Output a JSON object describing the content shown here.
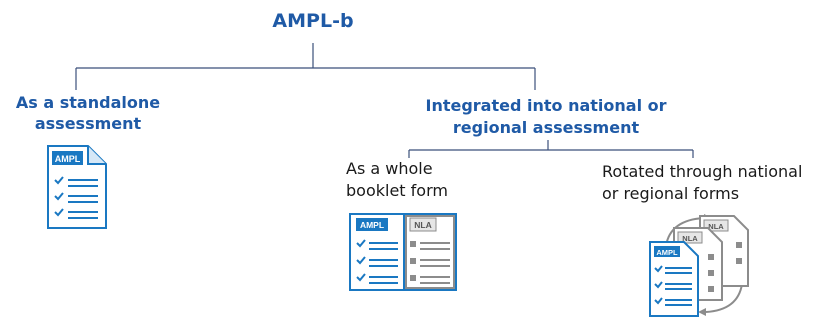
{
  "root": {
    "label": "AMPL-b"
  },
  "branch_standalone": {
    "line1": "As a standalone",
    "line2": "assessment"
  },
  "branch_integrated": {
    "line1": "Integrated into national or",
    "line2": "regional assessment",
    "children": [
      {
        "line1": "As a whole",
        "line2": "booklet form"
      },
      {
        "line1": "Rotated through national",
        "line2": "or regional forms"
      }
    ]
  },
  "doc_labels": {
    "ampl": "AMPL",
    "nla": "NLA"
  },
  "colors": {
    "accent": "#1f5aa6",
    "doc_blue": "#1a78c2",
    "doc_grey": "#8c8c8c",
    "line": "#3b4f7a"
  }
}
